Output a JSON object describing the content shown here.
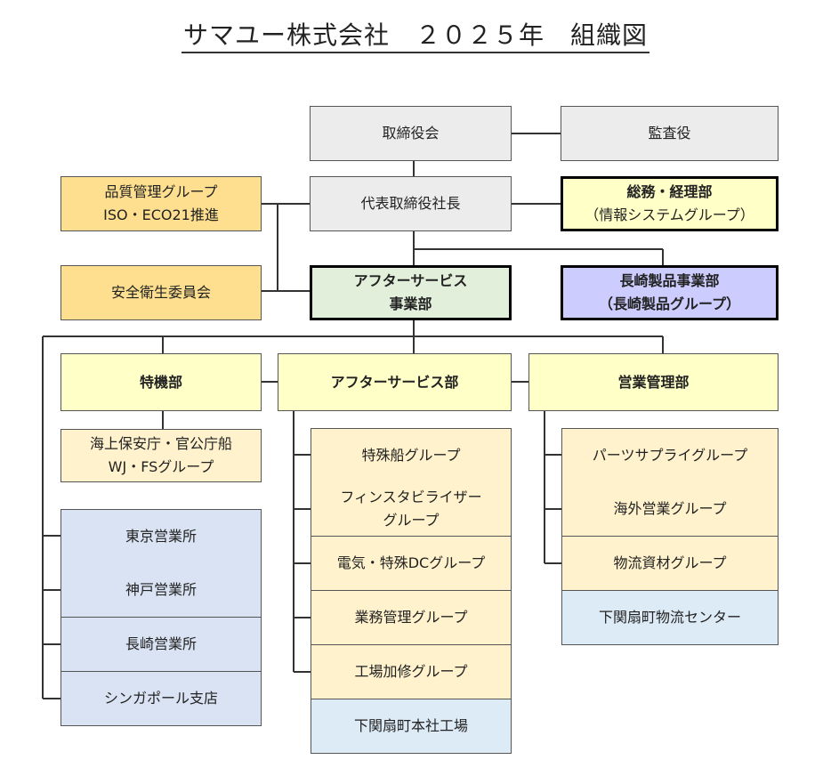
{
  "title": "サマユー株式会社　２０２５年　組織図",
  "nodes": {
    "board": "取締役会",
    "auditor": "監査役",
    "president": "代表取締役社長",
    "quality": [
      "品質管理グループ",
      "ISO・ECO21推進"
    ],
    "safety": "安全衛生委員会",
    "general_affairs": [
      "総務・経理部",
      "（情報システムグループ）"
    ],
    "after_service_div": [
      "アフターサービス",
      "事業部"
    ],
    "nagasaki": [
      "長崎製品事業部",
      "（長崎製品グループ）"
    ],
    "special": "特機部",
    "after_service": "アフターサービス部",
    "sales": "営業管理部",
    "coast_guard": [
      "海上保安庁・官公庁船",
      "WJ・FSグループ"
    ],
    "offices": [
      "東京営業所",
      "神戸営業所",
      "長崎営業所",
      "シンガポール支店"
    ],
    "as_groups": [
      "特殊船グループ",
      "フィンスタビライザー\nグループ",
      "電気・特殊DCグループ",
      "業務管理グループ",
      "工場加修グループ"
    ],
    "factory": "下関扇町本社工場",
    "sales_groups": [
      "パーツサプライグループ",
      "海外営業グループ",
      "物流資材グループ"
    ],
    "logistics": "下関扇町物流センター"
  }
}
